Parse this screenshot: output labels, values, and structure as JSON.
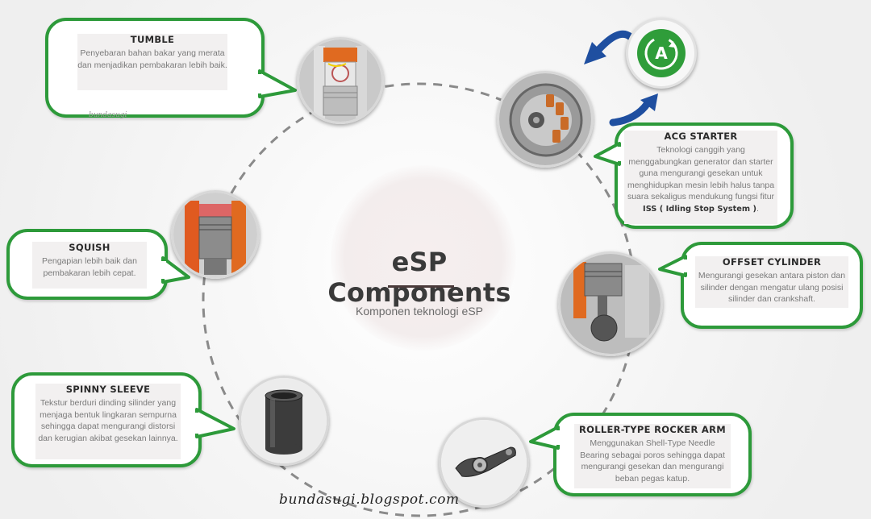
{
  "header": {
    "title": "eSP Components",
    "subtitle": "Komponen teknologi eSP"
  },
  "colors": {
    "accent_green": "#2d9a3a",
    "arrow_blue": "#1f4fa0",
    "callout_fill": "#f2f0f0",
    "title_text": "#3a3a3a"
  },
  "callouts": {
    "tumble": {
      "title": "TUMBLE",
      "text": "Penyebaran bahan bakar yang merata dan menjadikan pembakaran lebih baik.",
      "signature": "bundasugi"
    },
    "squish": {
      "title": "SQUISH",
      "text": "Pengapian lebih baik dan pembakaran lebih cepat."
    },
    "spinny_sleeve": {
      "title": "SPINNY SLEEVE",
      "text": "Tekstur berduri dinding silinder yang menjaga bentuk lingkaran sempurna sehingga dapat mengurangi distorsi dan kerugian akibat gesekan lainnya."
    },
    "acg_starter": {
      "title": "ACG STARTER",
      "text": "Teknologi canggih yang menggabungkan generator dan starter guna mengurangi gesekan untuk menghidupkan mesin lebih halus tanpa suara sekaligus mendukung fungsi fitur",
      "highlight": "ISS ( Idling Stop System )",
      "text_end": "."
    },
    "offset_cylinder": {
      "title": "OFFSET CYLINDER",
      "text": "Mengurangi gesekan antara piston dan silinder dengan mengatur ulang posisi silinder dan crankshaft."
    },
    "rocker_arm": {
      "title": "ROLLER-TYPE ROCKER ARM",
      "text": "Menggunakan Shell-Type Needle Bearing sebagai poros sehingga dapat mengurangi gesekan dan mengurangi beban pegas katup."
    }
  },
  "icons": {
    "auto_stop": {
      "letter": "A",
      "name": "idling-stop-icon"
    }
  },
  "footer": {
    "watermark": "bundasugi.blogspot.com"
  }
}
